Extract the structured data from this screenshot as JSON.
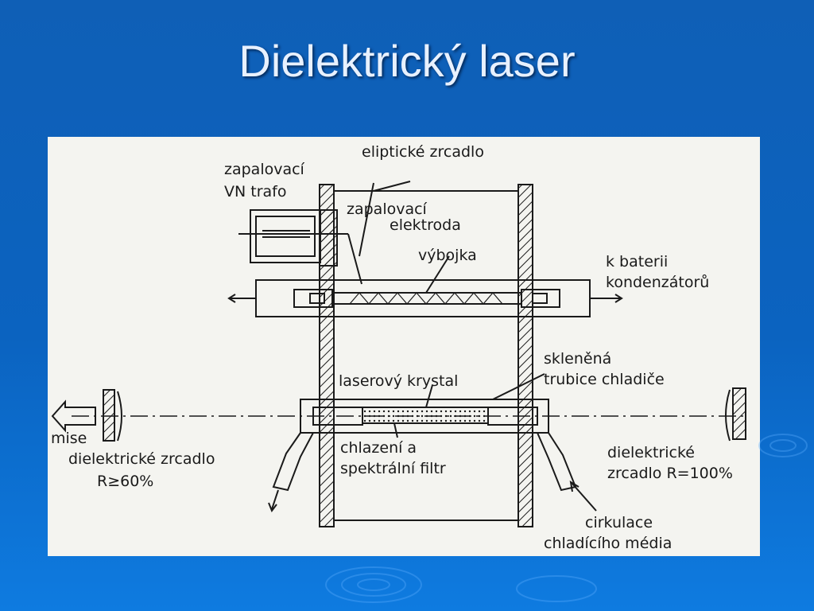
{
  "slide": {
    "title": "Dielektrický laser"
  },
  "diagram": {
    "labels": {
      "elipticke_zrcadlo": "eliptické zrcadlo",
      "zapalovaci_vn_1": "zapalovací",
      "zapalovaci_vn_2": "VN trafo",
      "zapalovaci_elektroda_1": "zapalovací",
      "zapalovaci_elektroda_2": "elektroda",
      "vybojka": "výbojka",
      "k_baterii_1": "k baterii",
      "k_baterii_2": "kondenzátorů",
      "sklenena_1": "skleněná",
      "sklenena_2": "trubice chladiče",
      "laserovy_krystal": "laserový krystal",
      "mise": "mise",
      "diel_zrcadlo_left_1": "dielektrické zrcadlo",
      "diel_zrcadlo_left_2": "R≥60%",
      "chlazeni_1": "chlazení a",
      "chlazeni_2": "spektrální filtr",
      "diel_zrcadlo_right_1": "dielektrické",
      "diel_zrcadlo_right_2": "zrcadlo R=100%",
      "cirkulace_1": "cirkulace",
      "cirkulace_2": "chladícího média"
    }
  },
  "colors": {
    "background": "#0b63c0",
    "title": "#e8f1ff",
    "panel": "#f4f4f0",
    "ink": "#1a1a1a"
  }
}
